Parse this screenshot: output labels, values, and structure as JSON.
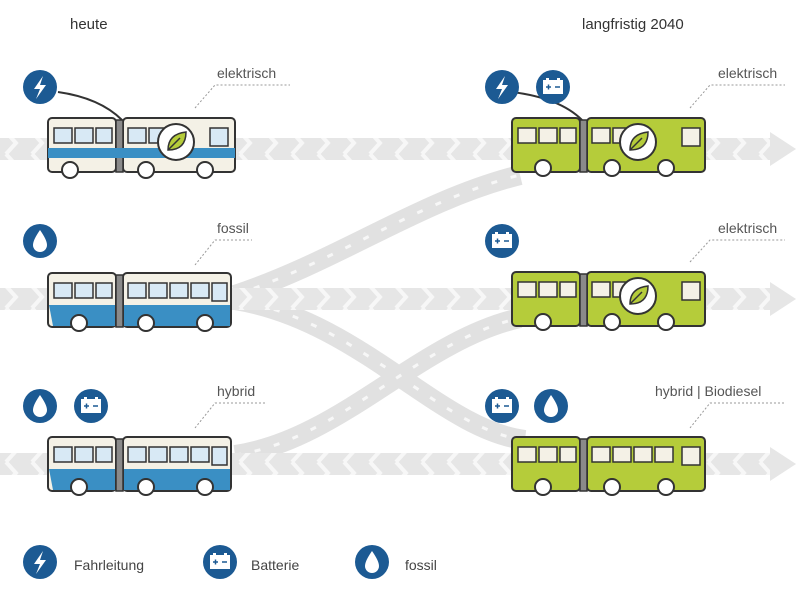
{
  "headers": {
    "today": "heute",
    "future": "langfristig 2040"
  },
  "buses": [
    {
      "id": "today-electric",
      "label": "elektrisch",
      "color": "#ffffff",
      "icons": [
        "lightning-icon"
      ],
      "leaf": true,
      "pantograph": true
    },
    {
      "id": "today-fossil",
      "label": "fossil",
      "color": "#3a8fc4",
      "icons": [
        "drop-icon"
      ],
      "leaf": false,
      "pantograph": false
    },
    {
      "id": "today-hybrid",
      "label": "hybrid",
      "color": "#3a8fc4",
      "icons": [
        "drop-icon",
        "battery-icon"
      ],
      "leaf": false,
      "pantograph": false
    },
    {
      "id": "future-electric-trolley",
      "label": "elektrisch",
      "color": "#b5cc3a",
      "icons": [
        "lightning-icon",
        "battery-icon"
      ],
      "leaf": true,
      "pantograph": true
    },
    {
      "id": "future-electric-battery",
      "label": "elektrisch",
      "color": "#b5cc3a",
      "icons": [
        "battery-icon"
      ],
      "leaf": true,
      "pantograph": false
    },
    {
      "id": "future-hybrid",
      "label": "hybrid | Biodiesel",
      "color": "#b5cc3a",
      "icons": [
        "battery-icon",
        "drop-icon"
      ],
      "leaf": false,
      "pantograph": false
    }
  ],
  "legend": [
    {
      "icon": "lightning-icon",
      "label": "Fahrleitung"
    },
    {
      "icon": "battery-icon",
      "label": "Batterie"
    },
    {
      "icon": "drop-icon",
      "label": "fossil"
    }
  ],
  "colors": {
    "icon_blue": "#1c5a93",
    "today_stripe": "#3a8fc4",
    "future_body": "#b5cc3a",
    "arrow_gray": "#dcdcdc",
    "outline": "#333333"
  }
}
